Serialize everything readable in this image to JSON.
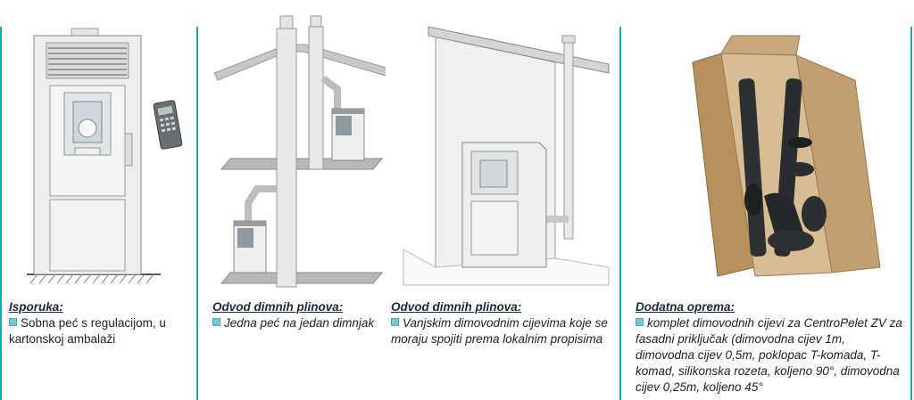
{
  "panels": [
    {
      "heading": "Isporuka:",
      "text": "Sobna peć s regulacijom, u kartonskoj ambalaži",
      "image": "stove-with-remote"
    },
    {
      "heading": "Odvod dimnih plinova:",
      "text": "Jedna peć na jedan dimnjak",
      "image": "two-floor-chimney"
    },
    {
      "heading": "Odvod dimnih plinova:",
      "text": "Vanjskim dimovodnim cijevima koje se moraju spojiti prema lokalnim propisima",
      "image": "stove-external-pipe"
    },
    {
      "heading": "Dodatna oprema:",
      "text": "komplet dimovodnih cijevi za CentroPelet ZV za fasadni priključak (dimovodna cijev 1m, dimovodna cijev 0,5m, poklopac T-komada, T-komad, silikonska rozeta, koljeno 90°, dimovodna cijev 0,25m, koljeno 45°",
      "image": "pipe-kit-box"
    }
  ],
  "colors": {
    "divider": "#23a3b4",
    "bullet": "#7bc4d6",
    "box": "#c9a77a"
  }
}
